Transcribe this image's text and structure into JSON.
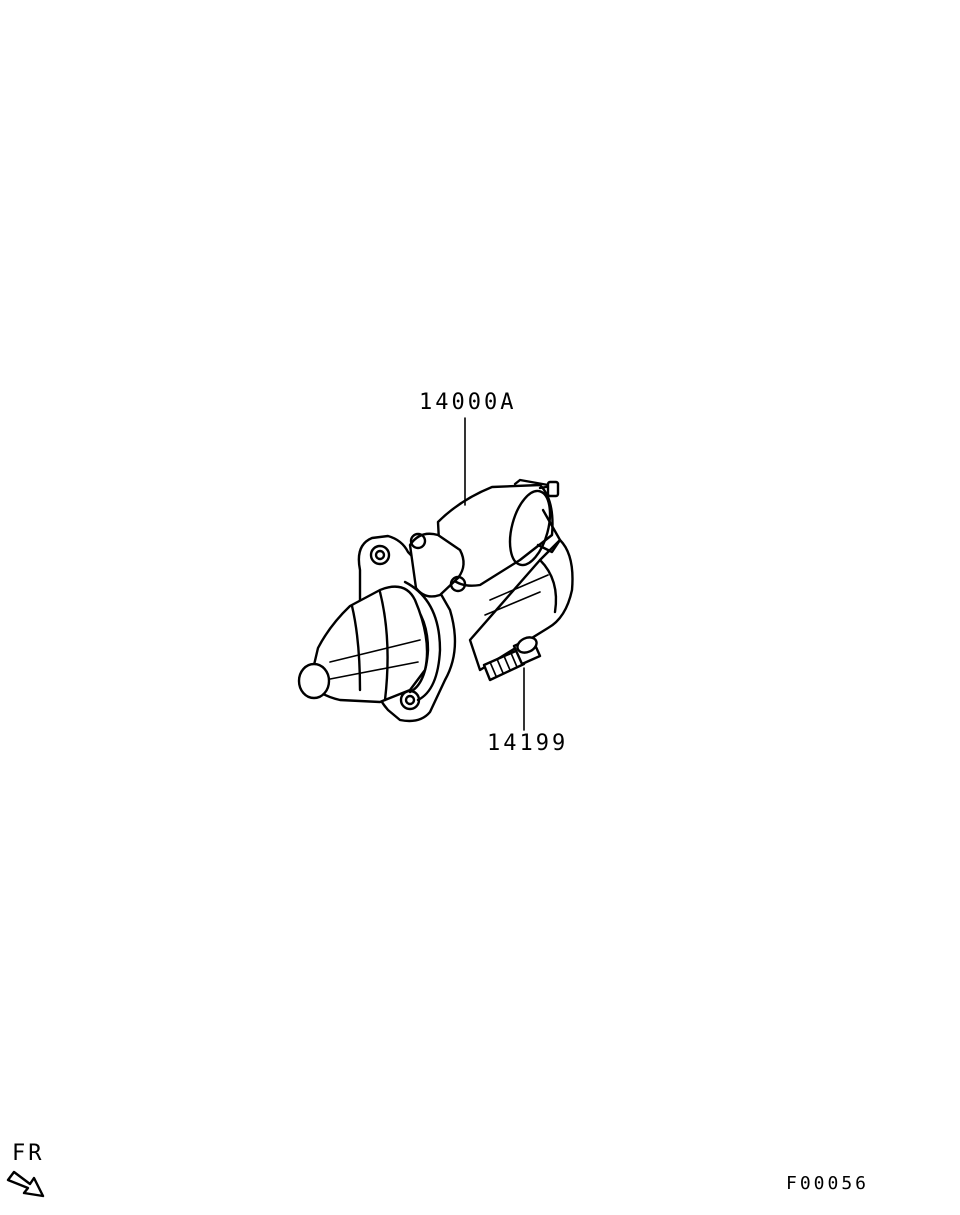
{
  "diagram": {
    "parts": [
      {
        "part_number": "14000A"
      },
      {
        "part_number": "14199"
      }
    ],
    "direction_indicator": "FR",
    "figure_code": "F00056"
  },
  "icons": {
    "direction": "front-direction-arrow-icon"
  },
  "colors": {
    "background": "#ffffff",
    "ink": "#000000"
  }
}
